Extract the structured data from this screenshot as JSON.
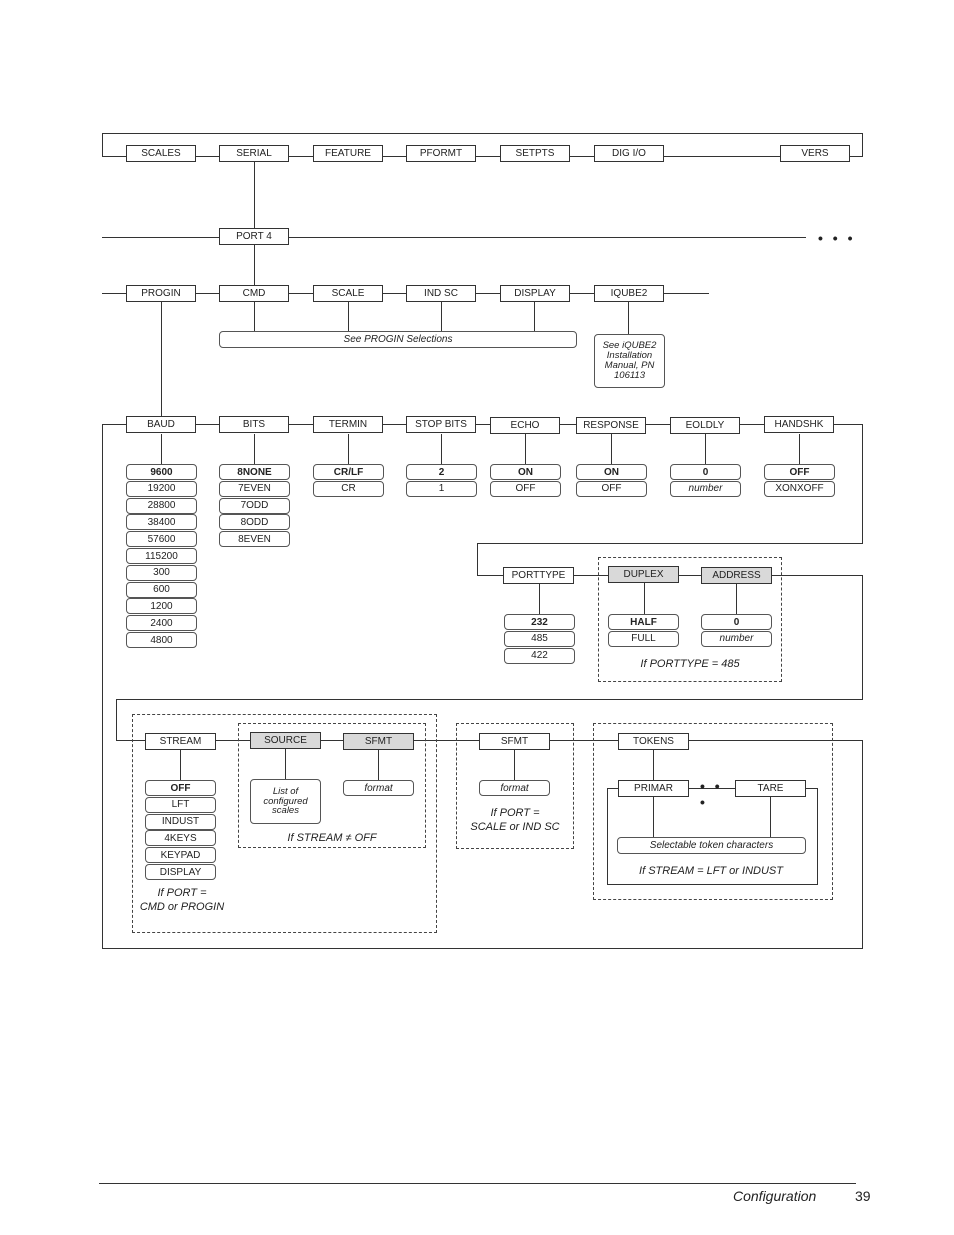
{
  "top_menu": [
    "SCALES",
    "SERIAL",
    "FEATURE",
    "PFORMT",
    "SETPTS",
    "DIG I/O",
    "VERS"
  ],
  "port_label": "PORT 4",
  "ellipsis": "• • •",
  "port_submenu": [
    "PROGIN",
    "CMD",
    "SCALE",
    "IND SC",
    "DISPLAY",
    "IQUBE2"
  ],
  "see_progin_note": "See PROGIN Selections",
  "iqube2_note": "See iQUBE2 Installation Manual, PN 106113",
  "progin_params": [
    "BAUD",
    "BITS",
    "TERMIN",
    "STOP BITS",
    "ECHO",
    "RESPONSE",
    "EOLDLY",
    "HANDSHK"
  ],
  "baud_options": [
    "9600",
    "19200",
    "28800",
    "38400",
    "57600",
    "115200",
    "300",
    "600",
    "1200",
    "2400",
    "4800"
  ],
  "bits_options": [
    "8NONE",
    "7EVEN",
    "7ODD",
    "8ODD",
    "8EVEN"
  ],
  "termin_options": [
    "CR/LF",
    "CR"
  ],
  "stopbits_options": [
    "2",
    "1"
  ],
  "echo_options": [
    "ON",
    "OFF"
  ],
  "response_options": [
    "ON",
    "OFF"
  ],
  "eoldly_options": [
    "0",
    "number"
  ],
  "handshk_options": [
    "OFF",
    "XONXOFF"
  ],
  "porttype_label": "PORTTYPE",
  "porttype_options": [
    "232",
    "485",
    "422"
  ],
  "duplex_label": "DUPLEX",
  "duplex_options": [
    "HALF",
    "FULL"
  ],
  "address_label": "ADDRESS",
  "address_options": [
    "0",
    "number"
  ],
  "porttype_note": "If PORTTYPE = 485",
  "stream_label": "STREAM",
  "stream_options": [
    "OFF",
    "LFT",
    "INDUST",
    "4KEYS",
    "KEYPAD",
    "DISPLAY"
  ],
  "stream_note": [
    "If PORT =",
    "CMD or PROGIN"
  ],
  "source_label": "SOURCE",
  "source_option": "List of configured scales",
  "sfmt_label": "SFMT",
  "format_label": "format",
  "stream_off_note": "If STREAM ≠ OFF",
  "sfmt_note": [
    "If PORT =",
    "SCALE or IND SC"
  ],
  "tokens_label": "TOKENS",
  "primar_label": "PRIMAR",
  "tare_label": "TARE",
  "token_chars_label": "Selectable token characters",
  "tokens_note": "If STREAM = LFT or INDUST",
  "footer": {
    "section": "Configuration",
    "page": "39"
  }
}
